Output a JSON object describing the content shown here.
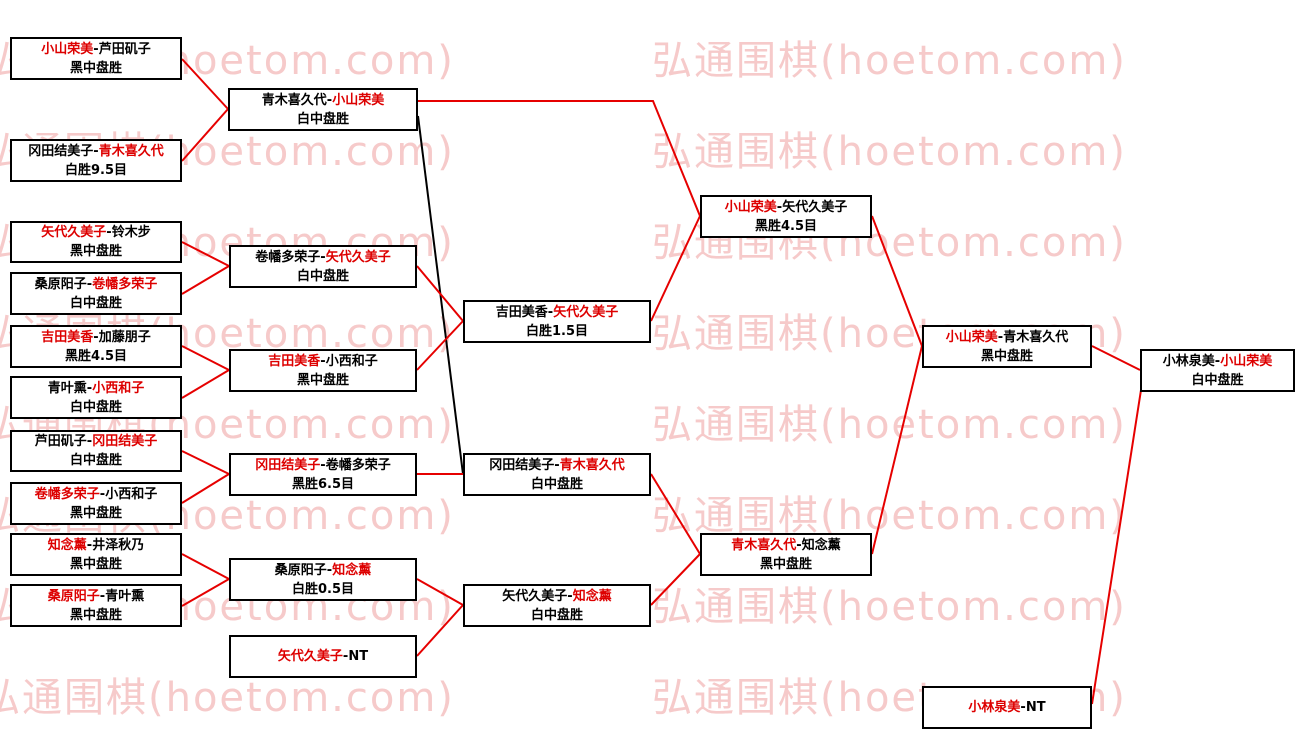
{
  "watermark": {
    "text": "弘通围棋(hoetom.com)"
  },
  "separator": "-",
  "colors": {
    "winner_name_red": "#dd0000",
    "connector_red": "#e60000",
    "connector_black": "#000000",
    "watermark_pink": "#f6caca",
    "box_border": "#000000",
    "background": "#ffffff"
  },
  "matches": [
    {
      "p1": "小山荣美",
      "p1c": "nm red",
      "p2": "芦田矶子",
      "p2c": "nm",
      "result": "黑中盘胜"
    },
    {
      "p1": "冈田结美子",
      "p1c": "nm",
      "p2": "青木喜久代",
      "p2c": "nm red",
      "result": "白胜9.5目"
    },
    {
      "p1": "矢代久美子",
      "p1c": "nm red",
      "p2": "铃木步",
      "p2c": "nm",
      "result": "黑中盘胜"
    },
    {
      "p1": "桑原阳子",
      "p1c": "nm",
      "p2": "卷幡多荣子",
      "p2c": "nm red",
      "result": "白中盘胜"
    },
    {
      "p1": "吉田美香",
      "p1c": "nm red",
      "p2": "加藤朋子",
      "p2c": "nm",
      "result": "黑胜4.5目"
    },
    {
      "p1": "青叶熏",
      "p1c": "nm",
      "p2": "小西和子",
      "p2c": "nm red",
      "result": "白中盘胜"
    },
    {
      "p1": "芦田矶子",
      "p1c": "nm",
      "p2": "冈田结美子",
      "p2c": "nm red",
      "result": "白中盘胜"
    },
    {
      "p1": "卷幡多荣子",
      "p1c": "nm red",
      "p2": "小西和子",
      "p2c": "nm",
      "result": "黑中盘胜"
    },
    {
      "p1": "知念薰",
      "p1c": "nm red",
      "p2": "井泽秋乃",
      "p2c": "nm",
      "result": "黑中盘胜"
    },
    {
      "p1": "桑原阳子",
      "p1c": "nm red",
      "p2": "青叶熏",
      "p2c": "nm",
      "result": "黑中盘胜"
    },
    {
      "p1": "青木喜久代",
      "p1c": "nm",
      "p2": "小山荣美",
      "p2c": "nm red",
      "result": "白中盘胜"
    },
    {
      "p1": "卷幡多荣子",
      "p1c": "nm",
      "p2": "矢代久美子",
      "p2c": "nm red",
      "result": "白中盘胜"
    },
    {
      "p1": "吉田美香",
      "p1c": "nm red",
      "p2": "小西和子",
      "p2c": "nm",
      "result": "黑中盘胜"
    },
    {
      "p1": "冈田结美子",
      "p1c": "nm red",
      "p2": "卷幡多荣子",
      "p2c": "nm",
      "result": "黑胜6.5目"
    },
    {
      "p1": "桑原阳子",
      "p1c": "nm",
      "p2": "知念薰",
      "p2c": "nm red",
      "result": "白胜0.5目"
    },
    {
      "p1": "矢代久美子",
      "p1c": "nm red",
      "p2": "NT",
      "p2c": "nm",
      "result": ""
    },
    {
      "p1": "吉田美香",
      "p1c": "nm",
      "p2": "矢代久美子",
      "p2c": "nm red",
      "result": "白胜1.5目"
    },
    {
      "p1": "冈田结美子",
      "p1c": "nm",
      "p2": "青木喜久代",
      "p2c": "nm red",
      "result": "白中盘胜"
    },
    {
      "p1": "矢代久美子",
      "p1c": "nm",
      "p2": "知念薰",
      "p2c": "nm red",
      "result": "白中盘胜"
    },
    {
      "p1": "小山荣美",
      "p1c": "nm red",
      "p2": "矢代久美子",
      "p2c": "nm",
      "result": "黑胜4.5目"
    },
    {
      "p1": "青木喜久代",
      "p1c": "nm red",
      "p2": "知念薰",
      "p2c": "nm",
      "result": "黑中盘胜"
    },
    {
      "p1": "小山荣美",
      "p1c": "nm red",
      "p2": "青木喜久代",
      "p2c": "nm",
      "result": "黑中盘胜"
    },
    {
      "p1": "小林泉美",
      "p1c": "nm red",
      "p2": "NT",
      "p2c": "nm",
      "result": ""
    },
    {
      "p1": "小林泉美",
      "p1c": "nm",
      "p2": "小山荣美",
      "p2c": "nm red",
      "result": "白中盘胜"
    }
  ]
}
